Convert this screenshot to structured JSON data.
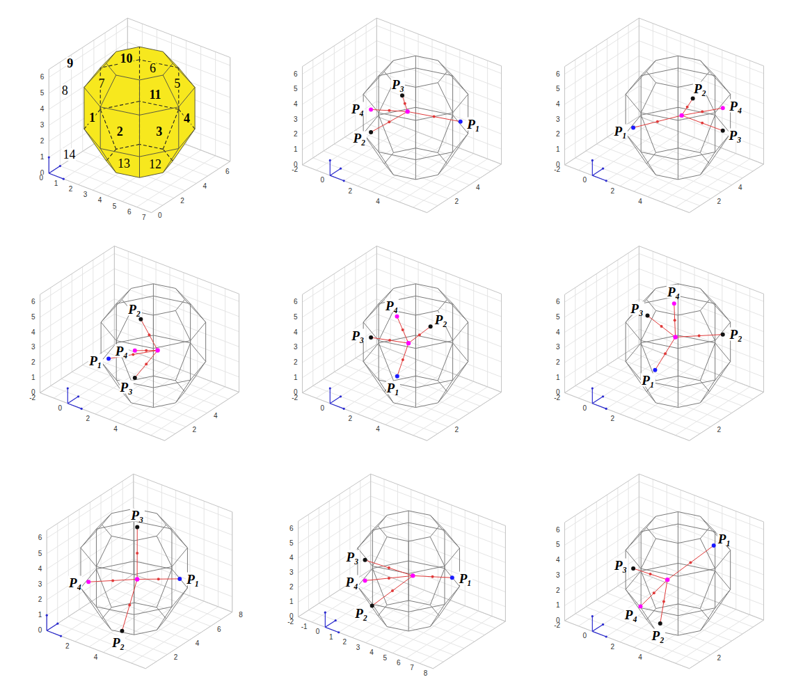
{
  "diagram": {
    "labels": [
      "1",
      "2",
      "3",
      "4",
      "5",
      "6",
      "7",
      "8",
      "9",
      "10",
      "11",
      "12",
      "13",
      "14",
      "0",
      "1",
      "2",
      "3",
      "4",
      "5",
      "6",
      "0",
      "1",
      "2",
      "3",
      "4",
      "5",
      "6",
      "7",
      "0",
      "2",
      "4",
      "6",
      "P₁",
      "P₂",
      "P₃",
      "P₄",
      "0",
      "1",
      "2",
      "3",
      "4",
      "5",
      "6",
      "-2",
      "0",
      "2",
      "4",
      "2",
      "4",
      "P₁",
      "P₂",
      "P₃",
      "P₄",
      "0",
      "1",
      "2",
      "3",
      "4",
      "5",
      "6",
      "-2",
      "0",
      "2",
      "4",
      "2",
      "4",
      "P₁",
      "P₂",
      "P₃",
      "P₄",
      "0",
      "1",
      "2",
      "3",
      "4",
      "5",
      "6",
      "-2",
      "0",
      "2",
      "4",
      "2",
      "4",
      "P₁",
      "P₂",
      "P₃",
      "P₄",
      "0",
      "1",
      "2",
      "3",
      "4",
      "5",
      "6",
      "-2",
      "0",
      "2",
      "4",
      "2",
      "P₁",
      "P₂",
      "P₃",
      "P₄",
      "0",
      "1",
      "2",
      "3",
      "4",
      "5",
      "6",
      "-2",
      "0",
      "2",
      "2",
      "P₁",
      "P₂",
      "P₃",
      "P₄",
      "0",
      "1",
      "2",
      "3",
      "4",
      "5",
      "6",
      "2",
      "4",
      "2",
      "4",
      "6",
      "8",
      "P₁",
      "P₂",
      "P₃",
      "P₄",
      "0",
      "1",
      "2",
      "3",
      "4",
      "5",
      "6",
      "-2",
      "-1",
      "0",
      "1",
      "2",
      "3",
      "4",
      "5",
      "6",
      "7",
      "8",
      "P₁",
      "P₂",
      "P₃",
      "P₄",
      "0",
      "1",
      "2",
      "3",
      "4",
      "5",
      "6",
      "-2",
      "0",
      "2",
      "4",
      "2"
    ]
  }
}
